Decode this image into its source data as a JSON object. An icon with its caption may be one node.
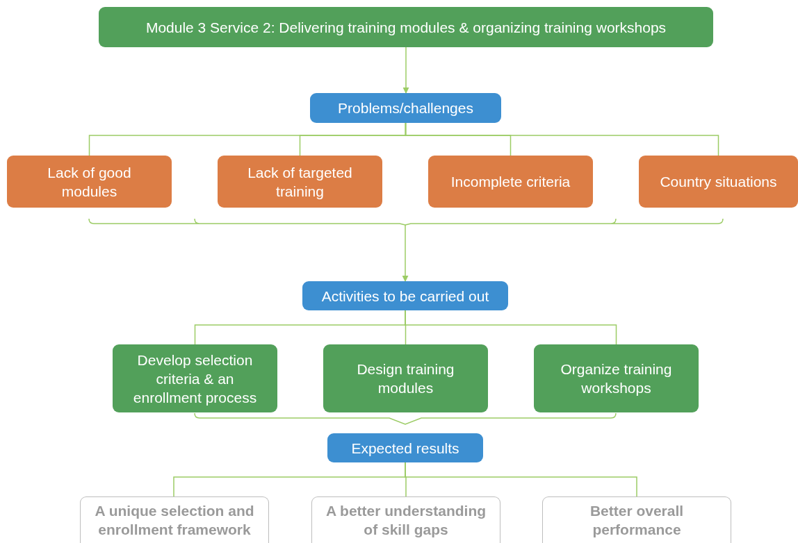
{
  "diagram": {
    "nodes": [
      {
        "text": [
          "Module 3 Service 2: Delivering training modules & organizing training workshops"
        ]
      },
      {
        "text": [
          "Problems/challenges"
        ]
      },
      {
        "text": [
          "Lack of good modules"
        ]
      },
      {
        "text": [
          "Lack of targeted training"
        ]
      },
      {
        "text": [
          "Incomplete criteria"
        ]
      },
      {
        "text": [
          "Country situations"
        ]
      },
      {
        "text": [
          "Activities to be carried out"
        ]
      },
      {
        "text": [
          "Develop selection criteria & an enrollment process"
        ]
      },
      {
        "text": [
          "Design training modules"
        ]
      },
      {
        "text": [
          "Organize training workshops"
        ]
      },
      {
        "text": [
          "Expected results"
        ]
      },
      {
        "text": [
          "A unique selection and enrollment framework"
        ]
      },
      {
        "text": [
          "A better understanding of skill gaps"
        ]
      },
      {
        "text": [
          "Better overall performance"
        ]
      }
    ],
    "edges": [
      {
        "from": 0,
        "to": 1,
        "arrow": "to"
      },
      {
        "from": 1,
        "to": 2,
        "arrow": "none"
      },
      {
        "from": 1,
        "to": 3,
        "arrow": "none"
      },
      {
        "from": 1,
        "to": 4,
        "arrow": "none"
      },
      {
        "from": 1,
        "to": 5,
        "arrow": "none"
      },
      {
        "from": null,
        "to": 6,
        "arrow": "to"
      },
      {
        "from": 6,
        "to": 7,
        "arrow": "none"
      },
      {
        "from": 6,
        "to": 8,
        "arrow": "none"
      },
      {
        "from": 6,
        "to": 9,
        "arrow": "none"
      },
      {
        "from": 10,
        "to": 11,
        "arrow": "none"
      },
      {
        "from": 10,
        "to": 12,
        "arrow": "none"
      },
      {
        "from": 10,
        "to": 13,
        "arrow": "none"
      }
    ]
  }
}
